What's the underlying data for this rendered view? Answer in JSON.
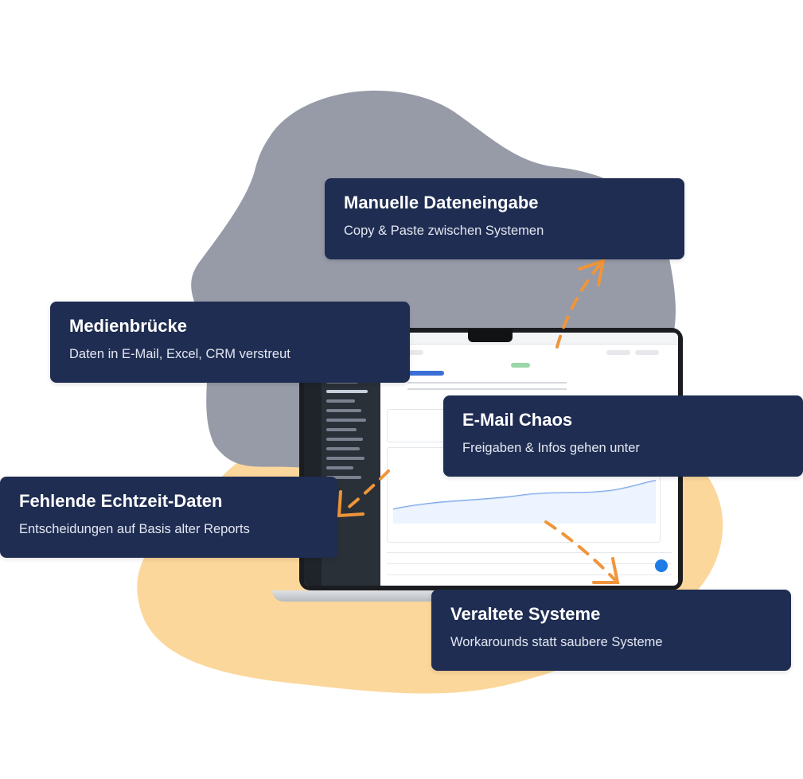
{
  "colors": {
    "card_bg": "#1f2d52",
    "blob_gray": "#979ba8",
    "blob_yellow": "#fcd79b",
    "arrow_orange": "#f0953a"
  },
  "cards": {
    "manual_entry": {
      "title": "Manuelle Dateneingabe",
      "subtitle": "Copy & Paste zwischen Systemen"
    },
    "media_bridge": {
      "title": "Medienbrücke",
      "subtitle": "Daten in E-Mail, Excel, CRM verstreut"
    },
    "email_chaos": {
      "title": "E-Mail Chaos",
      "subtitle": "Freigaben & Infos gehen unter"
    },
    "missing_realtime": {
      "title": "Fehlende Echtzeit-Daten",
      "subtitle": "Entscheidungen auf Basis alter Reports"
    },
    "legacy_systems": {
      "title": "Veraltete Systeme",
      "subtitle": "Workarounds statt saubere Systeme"
    }
  },
  "icons": {
    "chat": "chat-bubble-icon",
    "laptop": "laptop-illustration"
  }
}
